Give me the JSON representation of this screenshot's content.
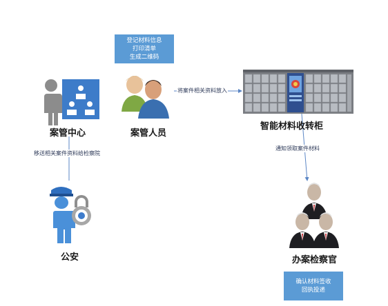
{
  "nodes": {
    "center": {
      "label": "案管中心"
    },
    "staff": {
      "label": "案管人员"
    },
    "cabinet": {
      "label": "智能材料收转柜"
    },
    "police": {
      "label": "公安"
    },
    "prosecutor": {
      "label": "办案检察官"
    }
  },
  "notes": {
    "register": [
      "登记材料信息",
      "打印清单",
      "生成二维码"
    ],
    "confirm": [
      "确认材料签收",
      "回执投递"
    ]
  },
  "edges": {
    "staff_to_cabinet": "将案件相关资料放入",
    "cabinet_to_prosecutor": "通知领取案件材料",
    "center_to_police": "移送相关案件资料给检察院"
  },
  "colors": {
    "note_fill": "#5b9bd5",
    "icon_blue": "#4a90d9",
    "arrow": "#5b86c5"
  }
}
